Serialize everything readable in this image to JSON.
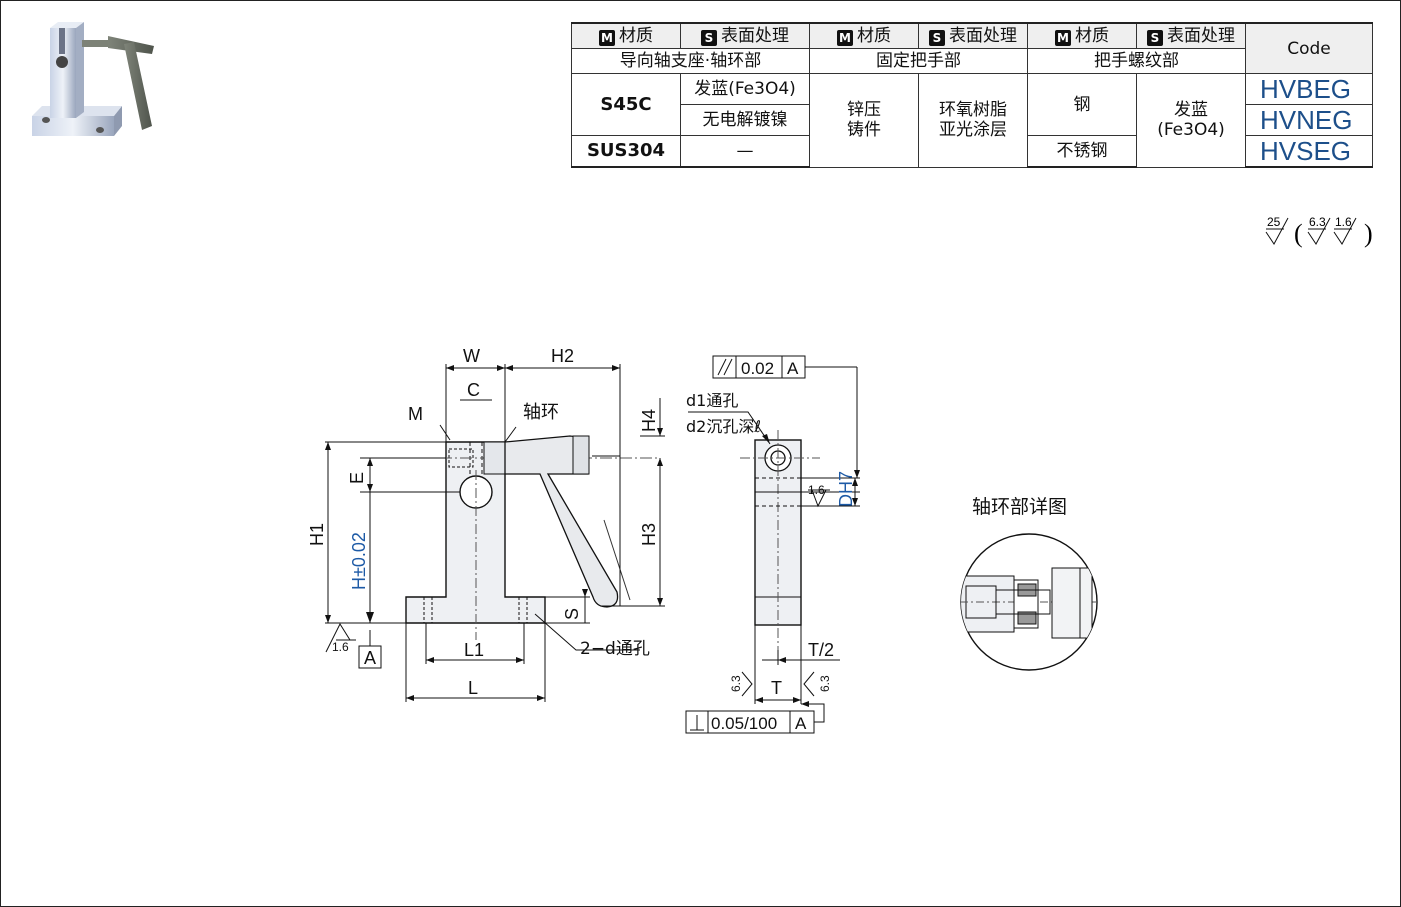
{
  "table": {
    "header": [
      {
        "mark": "M",
        "text": "材质"
      },
      {
        "mark": "S",
        "text": "表面处理"
      },
      {
        "mark": "M",
        "text": "材质"
      },
      {
        "mark": "S",
        "text": "表面处理"
      },
      {
        "mark": "M",
        "text": "材质"
      },
      {
        "mark": "S",
        "text": "表面处理"
      }
    ],
    "code_header": "Code",
    "groups": [
      "导向轴支座·轴环部",
      "固定把手部",
      "把手螺纹部"
    ],
    "rows": [
      {
        "material": "S45C",
        "surface": "发蓝(Fe3O4)",
        "code": "HVBEG"
      },
      {
        "surface": "无电解镀镍",
        "code": "HVNEG"
      },
      {
        "material": "SUS304",
        "surface": "—",
        "code": "HVSEG"
      }
    ],
    "handle_material": [
      "锌压",
      "铸件"
    ],
    "handle_surface": [
      "环氧树脂",
      "亚光涂层"
    ],
    "thread_material": "钢",
    "thread_material_sus": "不锈钢",
    "thread_surface": [
      "发蓝",
      "(Fe3O4)"
    ]
  },
  "roughness": {
    "main": "25",
    "sub1": "6.3",
    "sub2": "1.6"
  },
  "drawing": {
    "W": "W",
    "H2": "H2",
    "C": "C",
    "M": "M",
    "shaft_ring": "轴环",
    "H4": "H4",
    "E": "E",
    "H1": "H1",
    "H": "H±0.02",
    "H3": "H3",
    "S": "S",
    "L1": "L1",
    "L": "L",
    "hole_note": "2−d通孔",
    "ra16": "1.6",
    "datum": "A",
    "parallel": "0.02",
    "d1": "d1通孔",
    "d2": "d2沉孔深ℓ",
    "D": "DH7",
    "T2": "T/2",
    "T": "T",
    "ra63": "6.3",
    "perp": "0.05/100",
    "detail_title": "轴环部详图"
  }
}
